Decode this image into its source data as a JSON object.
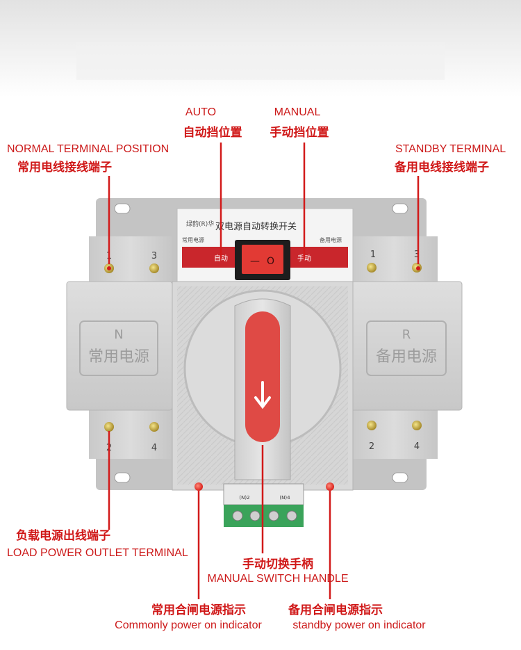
{
  "labels": {
    "auto_en": "AUTO",
    "auto_cn": "自动挡位置",
    "manual_en": "MANUAL",
    "manual_cn": "手动挡位置",
    "normal_en": "NORMAL TERMINAL POSITION",
    "normal_cn": "常用电线接线端子",
    "standby_en": "STANDBY TERMINAL",
    "standby_cn": "备用电线接线端子",
    "load_cn": "负载电源出线端子",
    "load_en": "LOAD POWER OUTLET TERMINAL",
    "handle_cn": "手动切换手柄",
    "handle_en": "MANUAL SWITCH HANDLE",
    "common_cn": "常用合闸电源指示",
    "common_en": "Commonly power on indicator",
    "standby_ind_cn": "备用合闸电源指示",
    "standby_ind_en": "standby power on indicator"
  },
  "device": {
    "panel_title": "双电源自动转换开关",
    "brand": "绿韵(R)华",
    "common_label": "常用电源",
    "standby_label": "备用电源",
    "auto_mark": "自动",
    "manual_mark": "手动",
    "left_letter": "N",
    "left_name": "常用电源",
    "right_letter": "R",
    "right_name": "备用电源",
    "terminal_top_left": [
      "1",
      "3"
    ],
    "terminal_top_right": [
      "1",
      "3"
    ],
    "terminal_bottom_left": [
      "2",
      "4"
    ],
    "terminal_bottom_right": [
      "2",
      "4"
    ],
    "connector_marks": [
      "(N)2",
      "(N)4"
    ],
    "switch_off": "—",
    "switch_on": "O"
  },
  "colors": {
    "label_red": "#cc1a1a",
    "panel_red": "#c9262c",
    "body_grey": "#d6d6d6",
    "connector_green": "#3aa35a"
  }
}
